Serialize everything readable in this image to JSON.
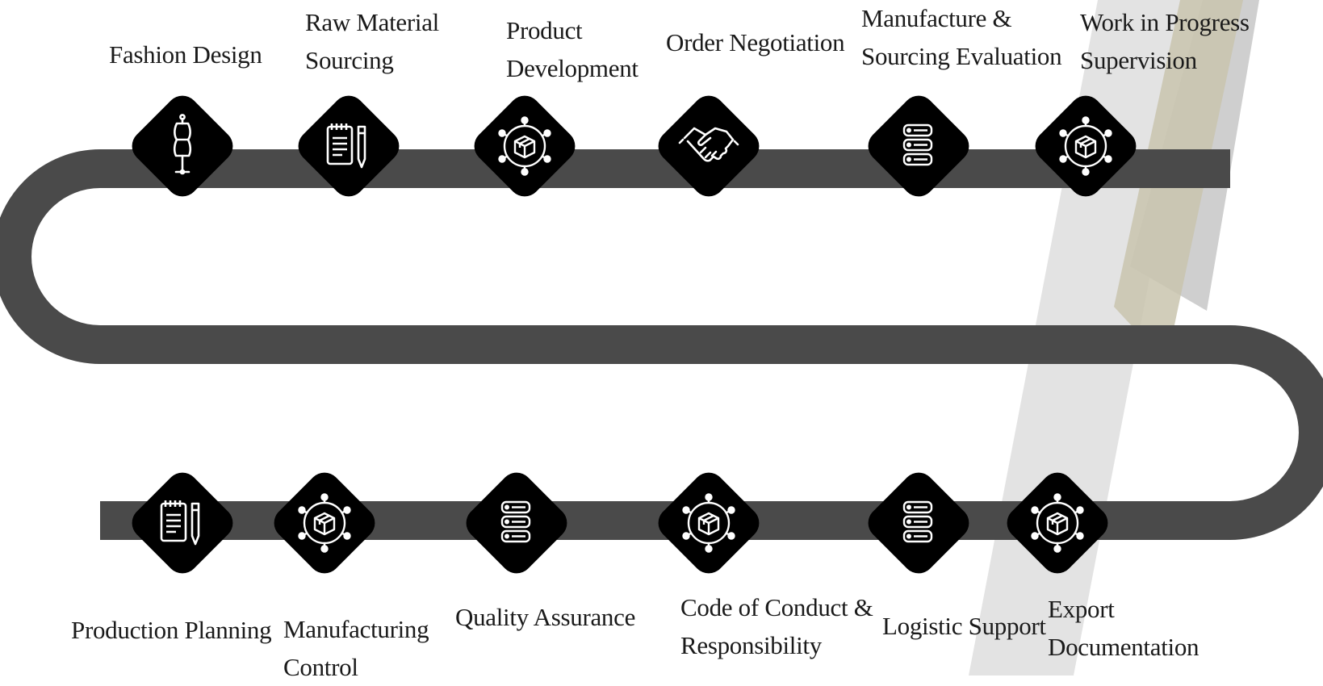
{
  "colors": {
    "track": "#4a4a4a",
    "node": "#000000",
    "icon": "#ffffff",
    "text": "#1a1a1a",
    "ribbon_light": "#e3e3e3",
    "ribbon_mid": "#cfcfcf",
    "ribbon_olive": "#c9c4ae",
    "ribbon_dark": "#bcbcbc"
  },
  "top_steps": [
    {
      "lines": [
        "Fashion Design"
      ],
      "icon": "dress-form-icon"
    },
    {
      "lines": [
        "Raw Material",
        "Sourcing"
      ],
      "icon": "notepad-pencil-icon"
    },
    {
      "lines": [
        "Product",
        "Development"
      ],
      "icon": "box-network-icon"
    },
    {
      "lines": [
        "Order Negotiation"
      ],
      "icon": "handshake-icon"
    },
    {
      "lines": [
        "Manufacture &",
        "Sourcing Evaluation"
      ],
      "icon": "server-stack-icon"
    },
    {
      "lines": [
        "Work in Progress",
        "Supervision"
      ],
      "icon": "box-network-icon"
    }
  ],
  "bottom_steps": [
    {
      "lines": [
        "Production Planning"
      ],
      "icon": "notepad-pencil-icon"
    },
    {
      "lines": [
        "Manufacturing",
        "Control"
      ],
      "icon": "box-network-icon"
    },
    {
      "lines": [
        "Quality Assurance"
      ],
      "icon": "server-stack-icon"
    },
    {
      "lines": [
        "Code of Conduct &",
        "Responsibility"
      ],
      "icon": "box-network-icon"
    },
    {
      "lines": [
        "Logistic Support"
      ],
      "icon": "server-stack-icon"
    },
    {
      "lines": [
        "Export",
        "Documentation"
      ],
      "icon": "box-network-icon"
    }
  ]
}
